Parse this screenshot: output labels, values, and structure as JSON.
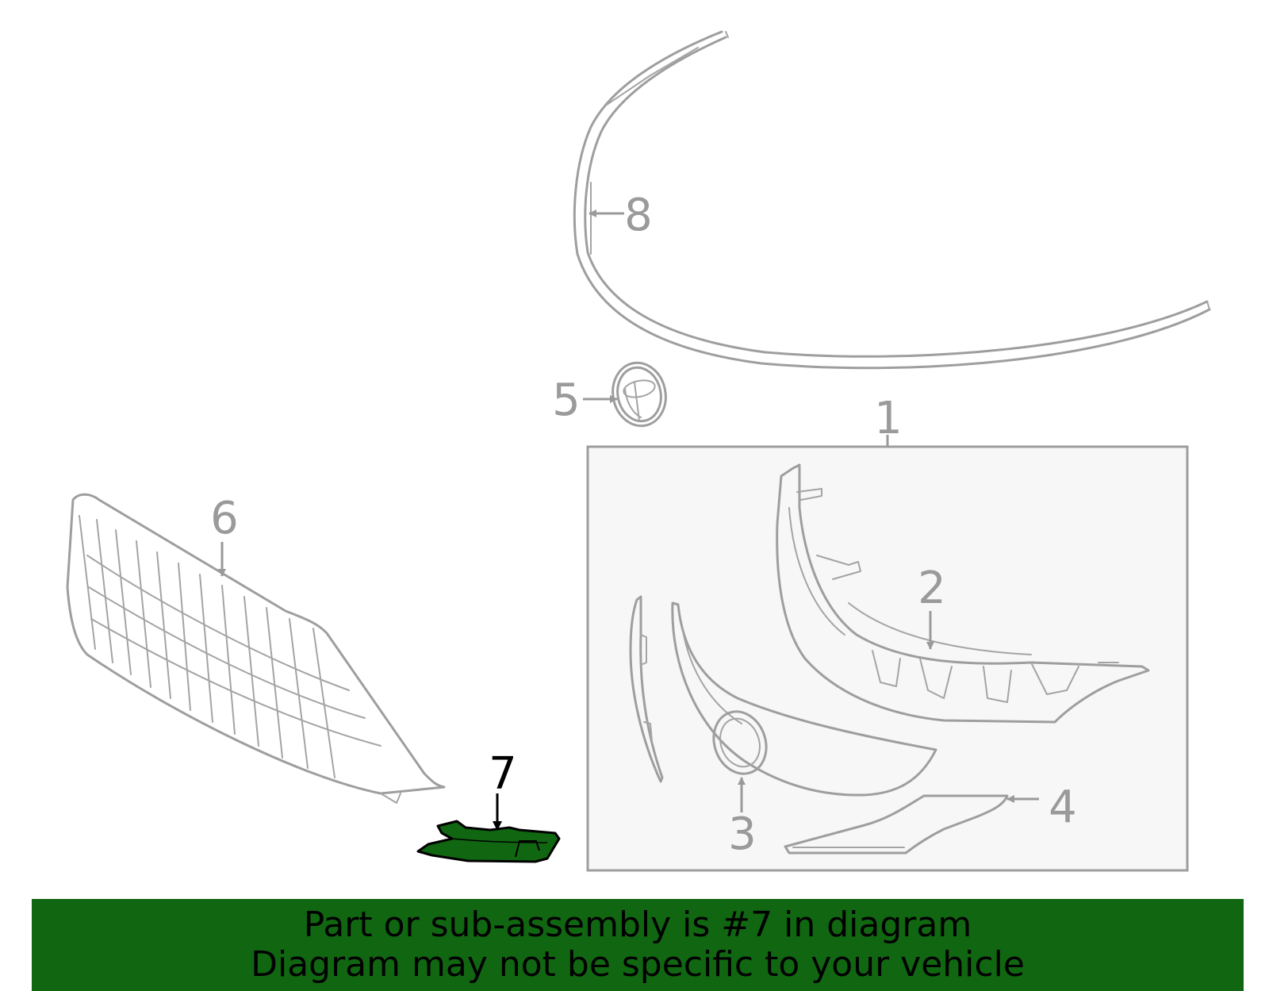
{
  "colors": {
    "highlight": "#116611",
    "banner_bg": "#116611",
    "part_stroke": "#9e9e9e",
    "box_fill": "#f7f7f7",
    "active_label": "#000000"
  },
  "callouts": {
    "c1": "1",
    "c2": "2",
    "c3": "3",
    "c4": "4",
    "c5": "5",
    "c6": "6",
    "c7": "7",
    "c8": "8"
  },
  "banner": {
    "line1": "Part or sub-assembly is #7 in diagram",
    "line2": "Diagram may not be specific to your vehicle"
  }
}
